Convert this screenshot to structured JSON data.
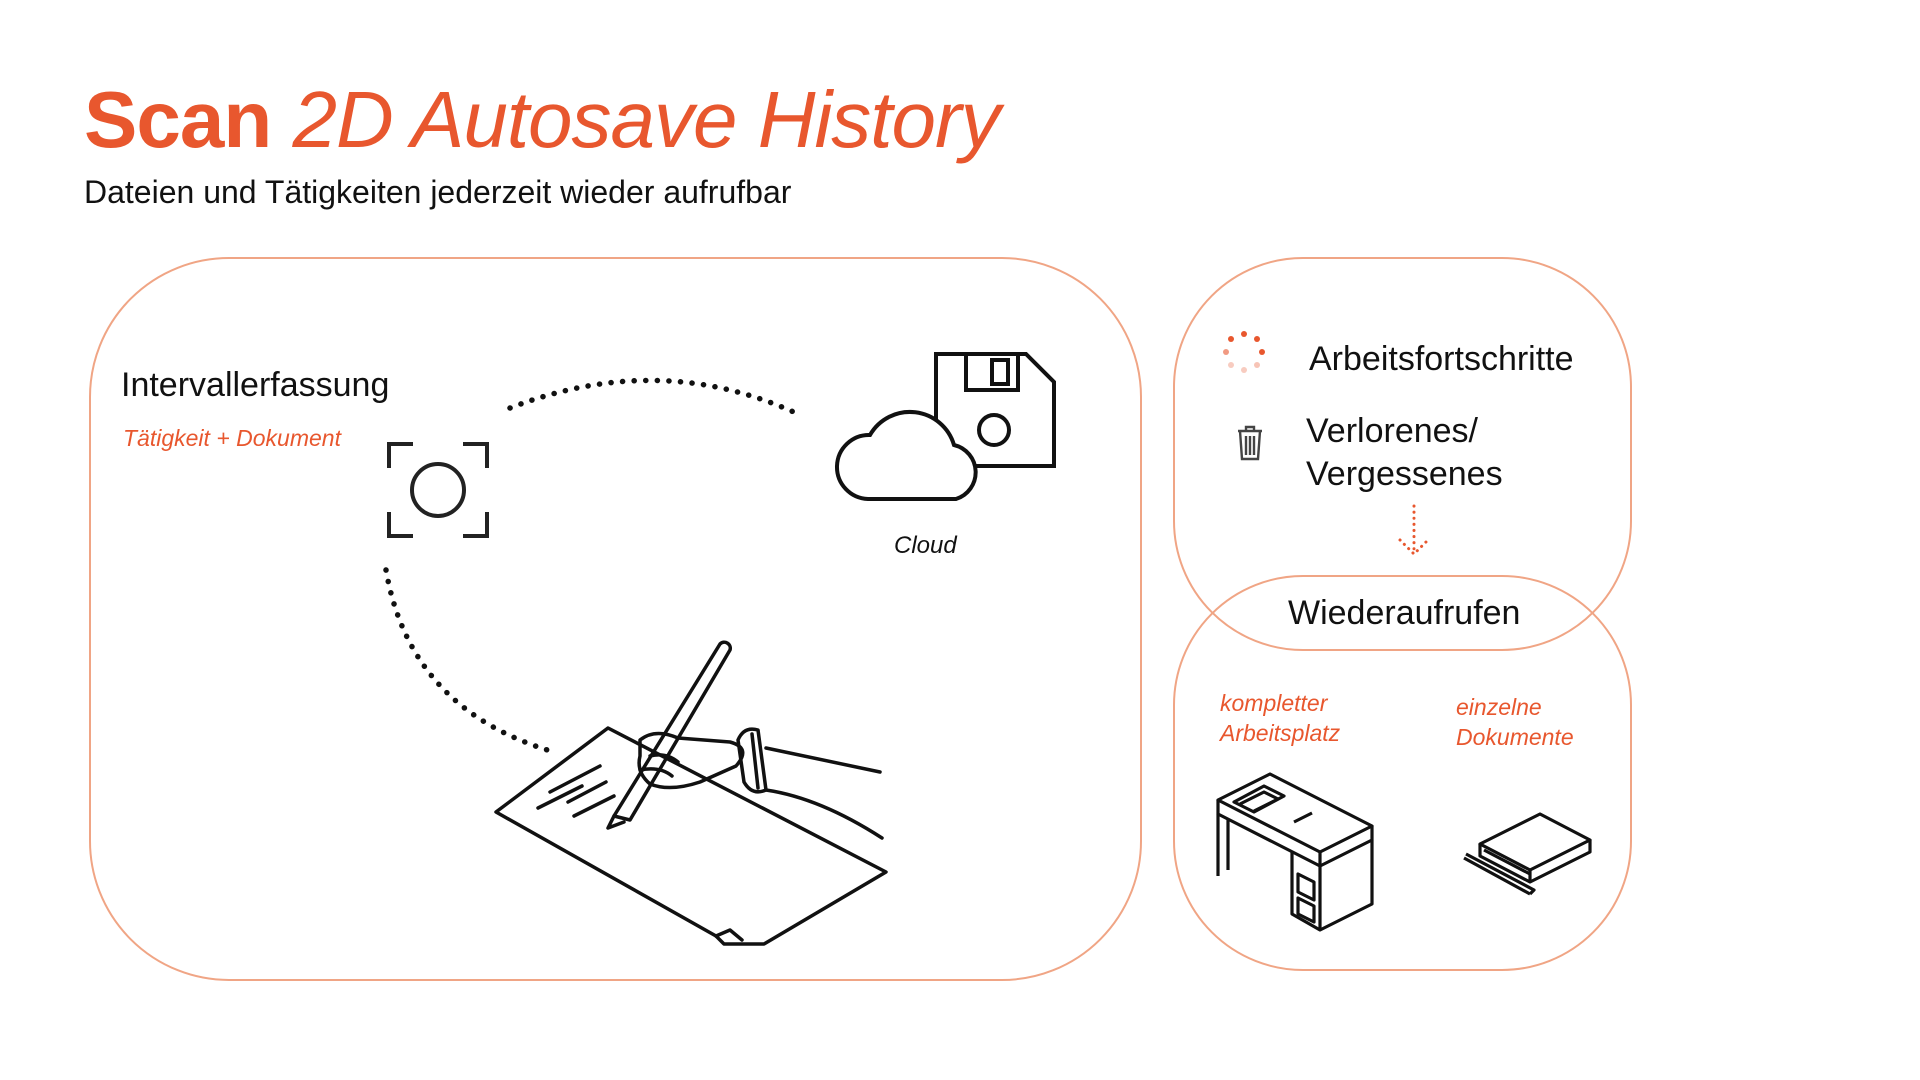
{
  "colors": {
    "accent": "#e8572e",
    "panel_border": "#f0a585",
    "ink": "#111111"
  },
  "header": {
    "title_bold": "Scan",
    "title_light": "2D Autosave History",
    "subtitle": "Dateien und Tätigkeiten jederzeit wieder aufrufbar"
  },
  "main_panel": {
    "capture_label": "Intervallerfassung",
    "capture_sublabel": "Tätigkeit + Dokument",
    "cloud_label": "Cloud",
    "icons": [
      "camera-focus-icon",
      "cloud-icon",
      "floppy-disk-icon",
      "hand-writing-icon"
    ]
  },
  "side_panel": {
    "items": [
      {
        "icon": "progress-dots-icon",
        "label": "Arbeitsfortschritte"
      },
      {
        "icon": "trash-icon",
        "label_line1": "Verlorenes/",
        "label_line2": "Vergessenes"
      }
    ],
    "restore_label": "Wiederaufrufen",
    "options": [
      {
        "icon": "desk-icon",
        "line1": "kompletter",
        "line2": "Arbeitsplatz"
      },
      {
        "icon": "notebook-icon",
        "line1": "einzelne",
        "line2": "Dokumente"
      }
    ]
  }
}
